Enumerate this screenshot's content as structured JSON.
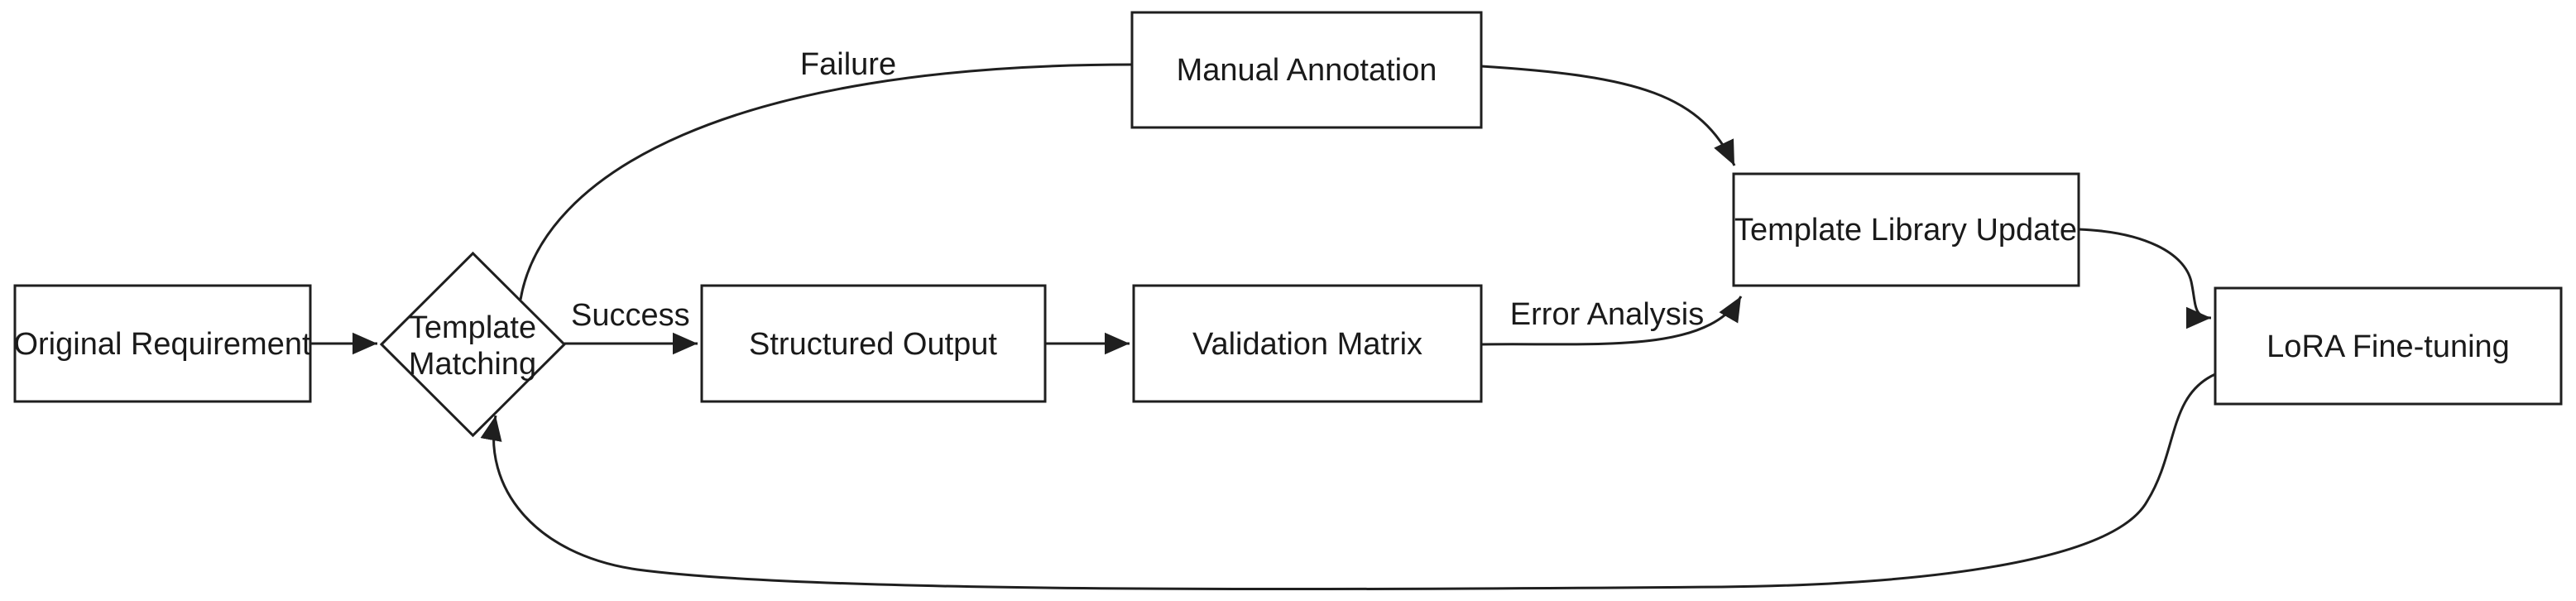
{
  "diagram": {
    "title": "Template matching and LoRA fine-tuning feedback loop flowchart",
    "background_color": "#ffffff",
    "stroke_color": "#1f1f1f",
    "text_color": "#1a1a1a",
    "nodes": {
      "original_requirement": {
        "label": "Original Requirement",
        "shape": "rectangle"
      },
      "template_matching": {
        "label": "Template Matching",
        "lines": [
          "Template",
          "Matching"
        ],
        "shape": "diamond"
      },
      "structured_output": {
        "label": "Structured Output",
        "shape": "rectangle"
      },
      "validation_matrix": {
        "label": "Validation Matrix",
        "shape": "rectangle"
      },
      "manual_annotation": {
        "label": "Manual Annotation",
        "shape": "rectangle"
      },
      "template_library_update": {
        "label": "Template Library Update",
        "shape": "rectangle"
      },
      "lora_fine_tuning": {
        "label": "LoRA Fine-tuning",
        "shape": "rectangle"
      }
    },
    "edge_labels": {
      "failure": "Failure",
      "success": "Success",
      "error_analysis": "Error Analysis"
    },
    "edges": [
      {
        "from": "original_requirement",
        "to": "template_matching",
        "label": ""
      },
      {
        "from": "template_matching",
        "to": "manual_annotation",
        "label": "Failure"
      },
      {
        "from": "template_matching",
        "to": "structured_output",
        "label": "Success"
      },
      {
        "from": "structured_output",
        "to": "validation_matrix",
        "label": ""
      },
      {
        "from": "validation_matrix",
        "to": "template_library_update",
        "label": "Error Analysis"
      },
      {
        "from": "manual_annotation",
        "to": "template_library_update",
        "label": ""
      },
      {
        "from": "template_library_update",
        "to": "lora_fine_tuning",
        "label": ""
      },
      {
        "from": "lora_fine_tuning",
        "to": "template_matching",
        "label": ""
      }
    ]
  }
}
